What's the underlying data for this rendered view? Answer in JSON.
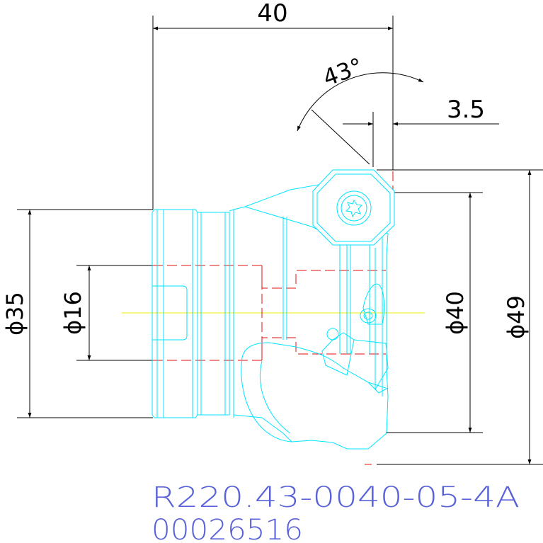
{
  "dimensions": {
    "length": "40",
    "angle": "43°",
    "offset": "3.5",
    "bore_dia": "ϕ16",
    "shank_dia": "ϕ35",
    "cut_dia": "ϕ40",
    "max_dia": "ϕ49"
  },
  "labels": {
    "part_number": "R220.43-0040-05-4A",
    "item_code": "00026516"
  },
  "colors": {
    "part_outline": "#00e5ff",
    "centerline": "#f0f000",
    "hidden_line": "#e01010",
    "dimension": "#000000",
    "label_text": "#5a62d8"
  }
}
